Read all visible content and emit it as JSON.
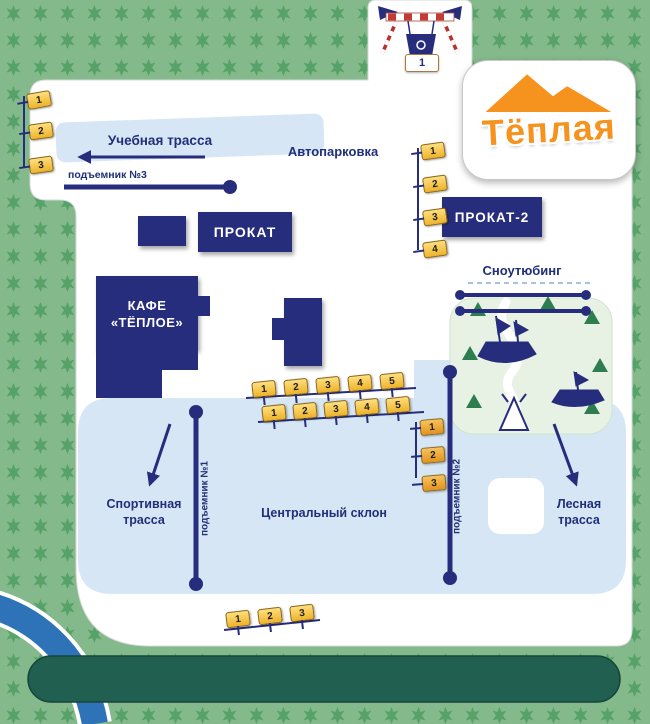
{
  "logo": {
    "text": "Тёплая"
  },
  "entrance": {
    "marker": "1"
  },
  "labels": {
    "training_slope": "Учебная трасса",
    "lift3": "подъемник №3",
    "parking": "Автопарковка",
    "rental": "ПРОКАТ",
    "rental2": "ПРОКАТ-2",
    "cafe_line1": "КАФЕ",
    "cafe_line2": "«ТЁПЛОЕ»",
    "snowtubing": "Сноутюбинг",
    "sport_line1": "Спортивная",
    "sport_line2": "трасса",
    "central_slope": "Центральный склон",
    "forest_line1": "Лесная",
    "forest_line2": "трасса",
    "lift1": "подъемник №1",
    "lift2": "подъемник №2"
  },
  "markers": {
    "lift3_column": [
      "1",
      "2",
      "3"
    ],
    "rental2_column": [
      "1",
      "2",
      "3",
      "4"
    ],
    "central_row_top": [
      "1",
      "2",
      "3",
      "4",
      "5"
    ],
    "central_row_bottom": [
      "1",
      "2",
      "3",
      "4",
      "5"
    ],
    "lift2_column": [
      "1",
      "2",
      "3"
    ],
    "bottom_row": [
      "1",
      "2",
      "3"
    ]
  },
  "colors": {
    "background_green": "#83b98b",
    "leaf_green": "#57a269",
    "map_white": "#ffffff",
    "slope_blue": "#d7e6f4",
    "building_navy": "#272d7d",
    "text_navy": "#202f7a",
    "marker_yellow": "#f0b42c",
    "marker_orange": "#e2931d",
    "logo_orange": "#f6921e",
    "road_green": "#215f50",
    "river_blue": "#2e73b8",
    "gate_red": "#b8312f",
    "tubing_green": "#e7f2e4",
    "tree_green": "#2e7d4f"
  }
}
